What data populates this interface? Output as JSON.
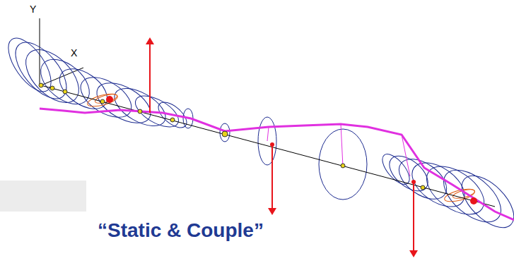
{
  "diagram": {
    "labels": [
      "Y",
      "X",
      "“Static & Couple”"
    ]
  }
}
